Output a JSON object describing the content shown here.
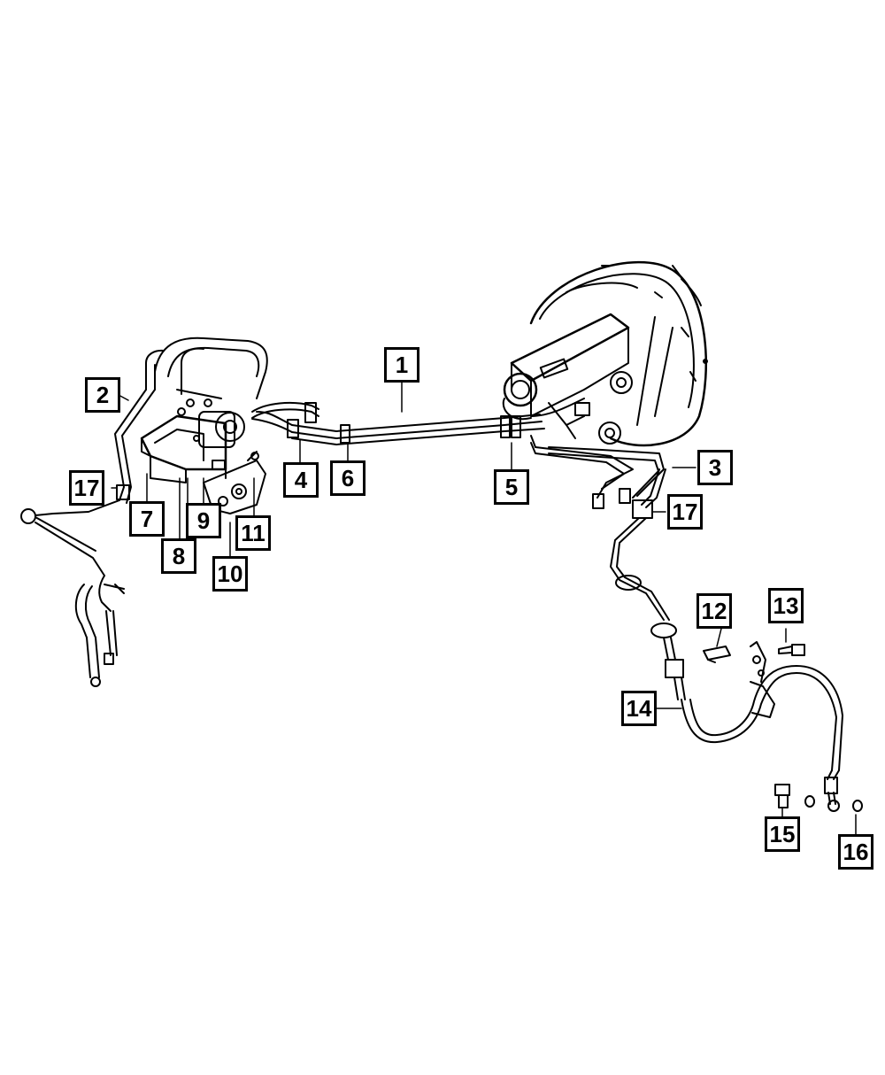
{
  "diagram": {
    "callouts": [
      {
        "id": "c1",
        "label": "1"
      },
      {
        "id": "c2",
        "label": "2"
      },
      {
        "id": "c3",
        "label": "3"
      },
      {
        "id": "c4",
        "label": "4"
      },
      {
        "id": "c5",
        "label": "5"
      },
      {
        "id": "c6",
        "label": "6"
      },
      {
        "id": "c7",
        "label": "7"
      },
      {
        "id": "c8",
        "label": "8"
      },
      {
        "id": "c9",
        "label": "9"
      },
      {
        "id": "c10",
        "label": "10"
      },
      {
        "id": "c11",
        "label": "11"
      },
      {
        "id": "c12",
        "label": "12"
      },
      {
        "id": "c13",
        "label": "13"
      },
      {
        "id": "c14",
        "label": "14"
      },
      {
        "id": "c15",
        "label": "15"
      },
      {
        "id": "c16",
        "label": "16"
      },
      {
        "id": "c17a",
        "label": "17"
      },
      {
        "id": "c17b",
        "label": "17"
      }
    ]
  }
}
